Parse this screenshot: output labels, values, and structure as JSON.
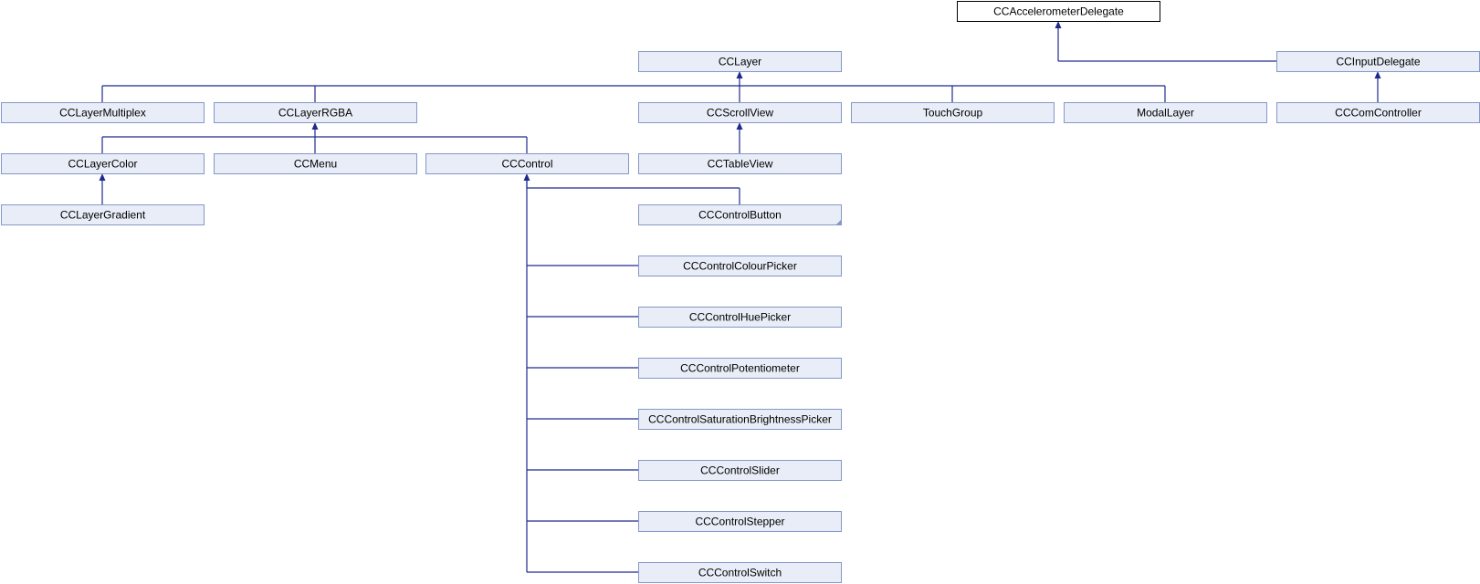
{
  "diagram": {
    "type": "class-inheritance-graph",
    "colors": {
      "node_fill": "#e8edf7",
      "node_border": "#8497c8",
      "root_fill": "#ffffff",
      "root_border": "#000000",
      "edge": "#1f2a8e"
    },
    "nodes": [
      {
        "id": "n_accel",
        "label": "CCAccelerometerDelegate",
        "root": true
      },
      {
        "id": "n_layer",
        "label": "CCLayer"
      },
      {
        "id": "n_input",
        "label": "CCInputDelegate"
      },
      {
        "id": "n_multiplex",
        "label": "CCLayerMultiplex"
      },
      {
        "id": "n_rgba",
        "label": "CCLayerRGBA"
      },
      {
        "id": "n_scroll",
        "label": "CCScrollView"
      },
      {
        "id": "n_touch",
        "label": "TouchGroup"
      },
      {
        "id": "n_modal",
        "label": "ModalLayer"
      },
      {
        "id": "n_comctrl",
        "label": "CCComController"
      },
      {
        "id": "n_color",
        "label": "CCLayerColor"
      },
      {
        "id": "n_menu",
        "label": "CCMenu"
      },
      {
        "id": "n_control",
        "label": "CCControl"
      },
      {
        "id": "n_table",
        "label": "CCTableView"
      },
      {
        "id": "n_gradient",
        "label": "CCLayerGradient"
      },
      {
        "id": "n_button",
        "label": "CCControlButton",
        "has_more": true
      },
      {
        "id": "n_colour",
        "label": "CCControlColourPicker"
      },
      {
        "id": "n_hue",
        "label": "CCControlHuePicker"
      },
      {
        "id": "n_pot",
        "label": "CCControlPotentiometer"
      },
      {
        "id": "n_satbright",
        "label": "CCControlSaturationBrightnessPicker"
      },
      {
        "id": "n_slider",
        "label": "CCControlSlider"
      },
      {
        "id": "n_stepper",
        "label": "CCControlStepper"
      },
      {
        "id": "n_switch",
        "label": "CCControlSwitch"
      }
    ],
    "edges": [
      {
        "from": "n_layer",
        "to": "n_accel"
      },
      {
        "from": "n_input",
        "to": "n_accel"
      },
      {
        "from": "n_multiplex",
        "to": "n_layer"
      },
      {
        "from": "n_rgba",
        "to": "n_layer"
      },
      {
        "from": "n_scroll",
        "to": "n_layer"
      },
      {
        "from": "n_touch",
        "to": "n_layer"
      },
      {
        "from": "n_modal",
        "to": "n_layer"
      },
      {
        "from": "n_comctrl",
        "to": "n_input"
      },
      {
        "from": "n_color",
        "to": "n_rgba"
      },
      {
        "from": "n_menu",
        "to": "n_rgba"
      },
      {
        "from": "n_control",
        "to": "n_rgba"
      },
      {
        "from": "n_table",
        "to": "n_scroll"
      },
      {
        "from": "n_gradient",
        "to": "n_color"
      },
      {
        "from": "n_button",
        "to": "n_control"
      },
      {
        "from": "n_colour",
        "to": "n_control"
      },
      {
        "from": "n_hue",
        "to": "n_control"
      },
      {
        "from": "n_pot",
        "to": "n_control"
      },
      {
        "from": "n_satbright",
        "to": "n_control"
      },
      {
        "from": "n_slider",
        "to": "n_control"
      },
      {
        "from": "n_stepper",
        "to": "n_control"
      },
      {
        "from": "n_switch",
        "to": "n_control"
      }
    ]
  }
}
